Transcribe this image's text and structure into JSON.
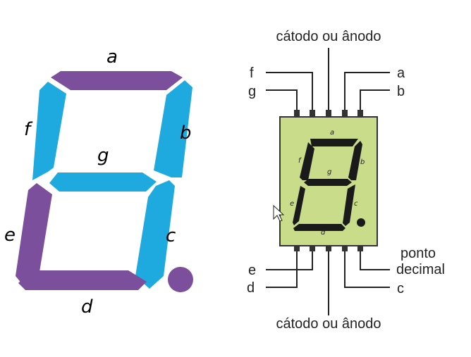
{
  "big_display": {
    "labels": {
      "a": "a",
      "b": "b",
      "c": "c",
      "d": "d",
      "e": "e",
      "f": "f",
      "g": "g"
    },
    "colors": {
      "highlight": "#7b4f9c",
      "segment": "#1eaadf",
      "dot": "#7b4f9c"
    },
    "highlighted_segments": [
      "a",
      "d",
      "e"
    ]
  },
  "chip": {
    "body_color": "#c9dc8a",
    "segment_color": "#1a1a1a",
    "segment_labels": {
      "a": "a",
      "b": "b",
      "c": "c",
      "d": "d",
      "e": "e",
      "f": "f",
      "g": "g"
    }
  },
  "pins": {
    "top_common": "cátodo ou ânodo",
    "bottom_common": "cátodo ou ânodo",
    "top_left": [
      "f",
      "g"
    ],
    "top_right": [
      "a",
      "b"
    ],
    "bottom_left": [
      "e",
      "d"
    ],
    "bottom_right_dp": [
      "ponto",
      "decimal"
    ],
    "bottom_right": "c"
  }
}
